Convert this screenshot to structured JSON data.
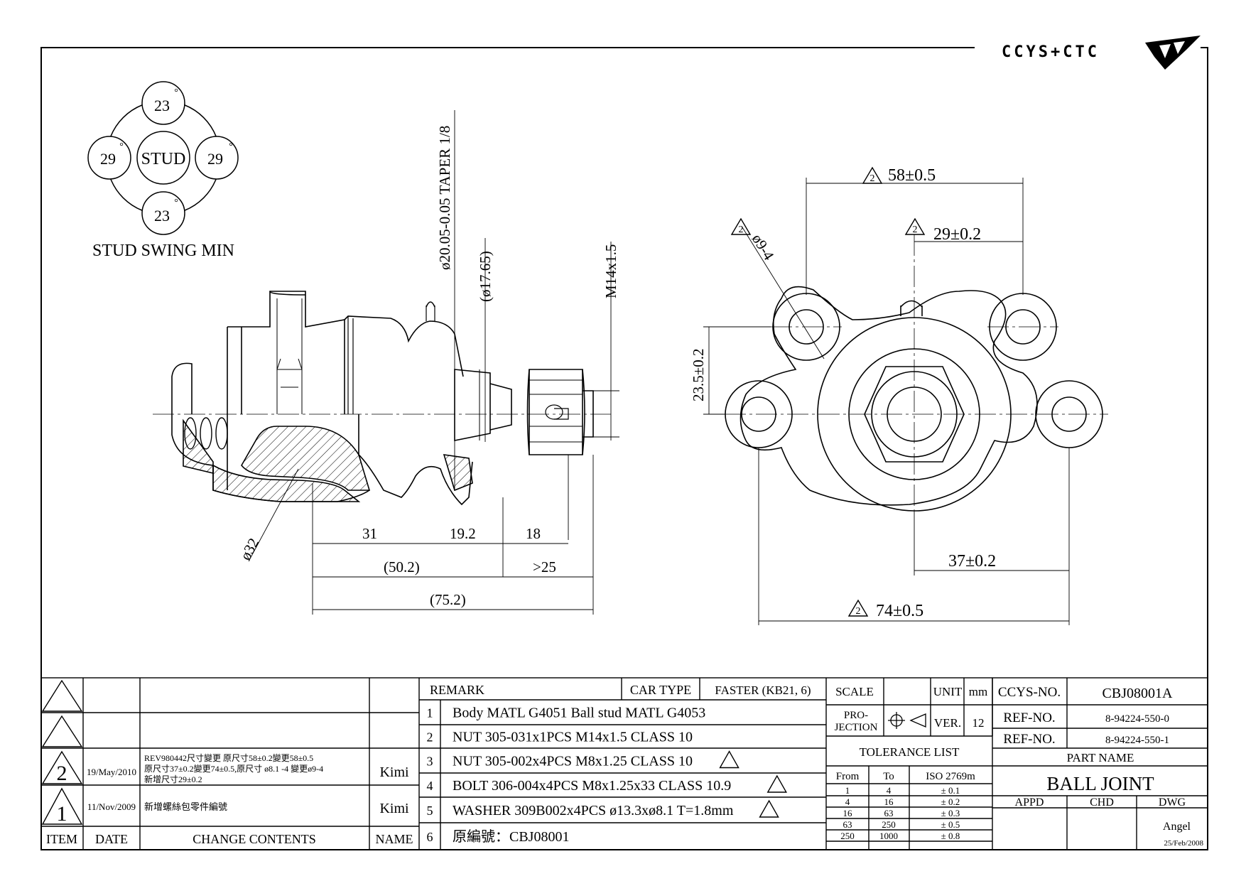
{
  "logo": "CCYS+CTC",
  "swing": {
    "top": "23",
    "bottom": "23",
    "left": "29",
    "right": "29",
    "center": "STUD",
    "deg": "°",
    "caption": "STUD SWING MIN"
  },
  "side_dims": {
    "taper": "ø20.05-0.05 TAPER 1/8",
    "d1765": "(ø17.65)",
    "m14": "M14x1.5",
    "d32": "ø32",
    "l31": "31",
    "l192": "19.2",
    "l18": "18",
    "l502": "(50.2)",
    "l25": ">25",
    "l752": "(75.2)"
  },
  "front_dims": {
    "mark": "2",
    "d58": "58±0.5",
    "d29": "29±0.2",
    "hole": "ø9-4",
    "d235": "23.5±0.2",
    "d37": "37±0.2",
    "d74": "74±0.5"
  },
  "revisions": [
    {
      "mark": "",
      "date": "",
      "contents": "",
      "name": ""
    },
    {
      "mark": "",
      "date": "",
      "contents": "",
      "name": ""
    },
    {
      "mark": "2",
      "date": "19/May/2010",
      "contents_lines": [
        "REV980442尺寸變更 原尺寸58±0.2變更58±0.5",
        "原尺寸37±0.2變更74±0.5,原尺寸 ø8.1 -4 變更ø9-4",
        "新增尺寸29±0.2"
      ],
      "name": "Kimi"
    },
    {
      "mark": "1",
      "date": "11/Nov/2009",
      "contents": "新增螺絲包零件編號",
      "name": "Kimi"
    }
  ],
  "rev_header": {
    "item": "ITEM",
    "date": "DATE",
    "contents": "CHANGE CONTENTS",
    "name": "NAME"
  },
  "remark": {
    "label": "REMARK",
    "car_type_label": "CAR TYPE",
    "car_type": "FASTER (KB21, 6)",
    "rows": [
      {
        "n": "1",
        "text": "Body MATL G4051 Ball stud MATL G4053",
        "warn": false
      },
      {
        "n": "2",
        "text": "NUT 305-031x1PCS M14x1.5 CLASS 10",
        "warn": false
      },
      {
        "n": "3",
        "text": "NUT 305-002x4PCS M8x1.25 CLASS 10",
        "warn": true
      },
      {
        "n": "4",
        "text": "BOLT 306-004x4PCS M8x1.25x33 CLASS 10.9",
        "warn": true
      },
      {
        "n": "5",
        "text": "WASHER 309B002x4PCS ø13.3xø8.1 T=1.8mm",
        "warn": true
      },
      {
        "n": "6",
        "text": "原編號：CBJ08001",
        "warn": false
      }
    ]
  },
  "scale_block": {
    "scale": "SCALE",
    "unit": "UNIT",
    "unit_val": "mm",
    "projection_1": "PRO-",
    "projection_2": "JECTION",
    "ver": "VER.",
    "ver_val": "12",
    "tolerance_title": "TOLERANCE LIST",
    "tol_head": [
      "From",
      "To",
      "ISO 2769m"
    ],
    "tol_rows": [
      [
        "1",
        "4",
        "± 0.1"
      ],
      [
        "4",
        "16",
        "± 0.2"
      ],
      [
        "16",
        "63",
        "± 0.3"
      ],
      [
        "63",
        "250",
        "± 0.5"
      ],
      [
        "250",
        "1000",
        "± 0.8"
      ]
    ]
  },
  "title_block": {
    "ccys_label": "CCYS-NO.",
    "ccys_val": "CBJ08001A",
    "ref1_label": "REF-NO.",
    "ref1_val": "8-94224-550-0",
    "ref2_label": "REF-NO.",
    "ref2_val": "8-94224-550-1",
    "part_label": "PART NAME",
    "part_name": "BALL JOINT",
    "appd": "APPD",
    "chd": "CHD",
    "dwg": "DWG",
    "drawer": "Angel",
    "draw_date": "25/Feb/2008"
  }
}
